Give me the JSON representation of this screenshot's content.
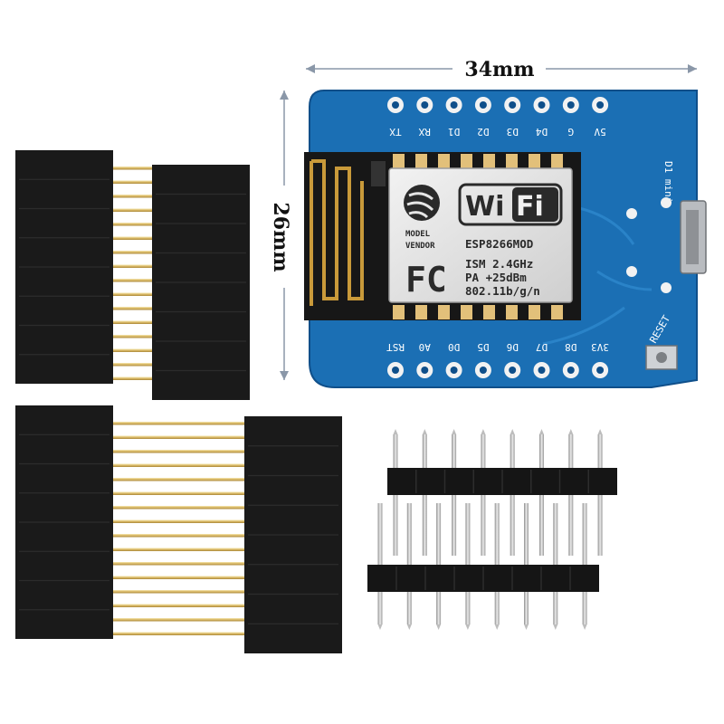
{
  "dimensions": {
    "width_label": "34mm",
    "height_label": "26mm"
  },
  "board": {
    "name": "D1 mini",
    "reset_label": "RESET",
    "top_pins": [
      "TX",
      "RX",
      "D1",
      "D2",
      "D3",
      "D4",
      "G",
      "5V"
    ],
    "bottom_pins": [
      "RST",
      "A0",
      "D0",
      "D5",
      "D6",
      "D7",
      "D8",
      "3V3"
    ],
    "colors": {
      "pcb": "#1b6fb4",
      "pcb_dark": "#0f4f8a",
      "pad": "#f2f2f2"
    }
  },
  "module": {
    "model_label": "MODEL",
    "vendor_label": "VENDOR",
    "wifi_logo_text": "WiFi",
    "fc_logo_text": "FC",
    "lines": [
      "ESP8266MOD",
      "ISM 2.4GHz",
      "PA  +25dBm",
      "802.11b/g/n"
    ]
  },
  "accessories": {
    "short_female_headers": 2,
    "long_female_headers": 2,
    "male_pin_headers": 2,
    "pins_per_header": 8
  }
}
